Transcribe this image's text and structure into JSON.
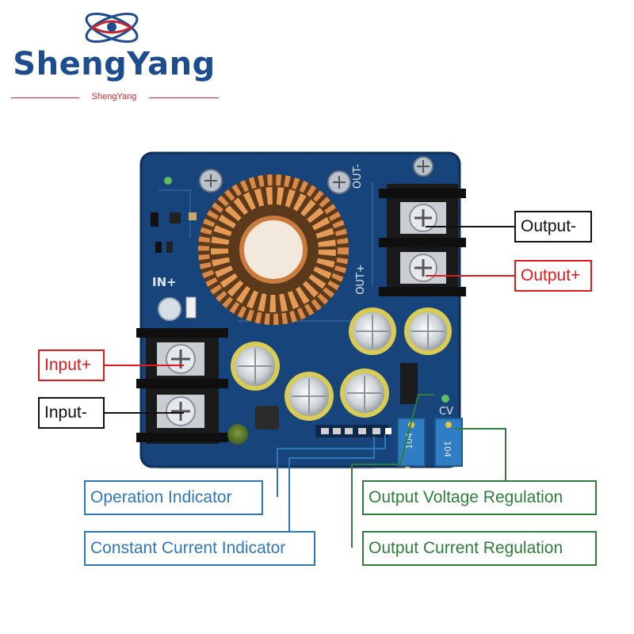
{
  "brand": {
    "name": "ShengYang",
    "tagline": "ShengYang",
    "color": "#1e4d8f",
    "accent": "#c8262f"
  },
  "board_text": {
    "out_minus": "OUT-",
    "out_plus": "OUT+",
    "in_plus": "IN+",
    "cv": "CV",
    "pot_value": "104"
  },
  "callouts": {
    "output_minus": "Output-",
    "output_plus": "Output+",
    "input_plus": "Input+",
    "input_minus": "Input-",
    "operation_indicator": "Operation Indicator",
    "constant_current_indicator": "Constant Current Indicator",
    "output_voltage_regulation": "Output Voltage Regulation",
    "output_current_regulation": "Output Current Regulation"
  },
  "colors": {
    "negative": "#111111",
    "positive": "#e0191f",
    "indicator": "#2f78b7",
    "regulation": "#2e7d3a",
    "pcb": "#17447a"
  }
}
